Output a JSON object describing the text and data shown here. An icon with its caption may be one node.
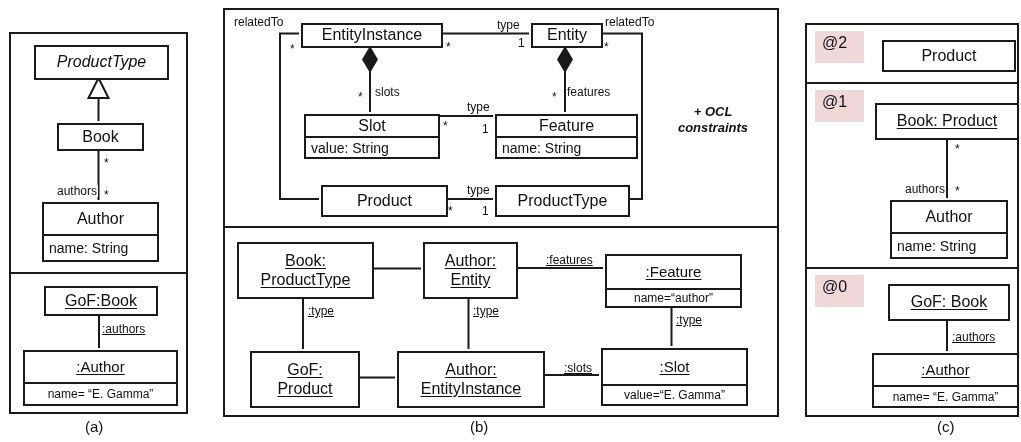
{
  "diagram": {
    "nodes": [
      {
        "text": [],
        "shape": "box"
      },
      {
        "text": [
          "ProductType"
        ],
        "in": 0
      },
      {
        "text": [
          "Book"
        ],
        "in": 0
      },
      {
        "text": [
          "Author",
          "name: String"
        ],
        "in": 0
      },
      {
        "text": [],
        "shape": "box"
      },
      {
        "text": [
          "GoF:Book"
        ],
        "in": 4
      },
      {
        "text": [
          ":Author",
          "name= “E. Gamma”"
        ],
        "in": 4
      },
      {
        "text": [],
        "shape": "box"
      },
      {
        "text": [
          "EntityInstance"
        ],
        "in": 7
      },
      {
        "text": [
          "Entity"
        ],
        "in": 7
      },
      {
        "text": [
          "Slot",
          "value: String"
        ],
        "in": 7
      },
      {
        "text": [
          "Feature",
          "name: String"
        ],
        "in": 7
      },
      {
        "text": [
          "Product"
        ],
        "in": 7
      },
      {
        "text": [
          "ProductType"
        ],
        "in": 7
      },
      {
        "text": [],
        "shape": "box"
      },
      {
        "text": [
          "Book: ProductType"
        ],
        "in": 14
      },
      {
        "text": [
          "Author: Entity"
        ],
        "in": 14
      },
      {
        "text": [
          ":Feature",
          "name=“author”"
        ],
        "in": 14
      },
      {
        "text": [
          "GoF: Product"
        ],
        "in": 14
      },
      {
        "text": [
          "Author: EntityInstance"
        ],
        "in": 14
      },
      {
        "text": [
          ":Slot",
          "value=“E. Gamma”"
        ],
        "in": 14
      },
      {
        "text": [
          "@2"
        ]
      },
      {
        "text": [
          "Product"
        ],
        "in": 21
      },
      {
        "text": [
          "@1"
        ]
      },
      {
        "text": [
          "Book: Product"
        ],
        "in": 23
      },
      {
        "text": [
          "Author",
          "name: String"
        ],
        "in": 23
      },
      {
        "text": [
          "@0"
        ]
      },
      {
        "text": [
          "GoF: Book"
        ],
        "in": 26
      },
      {
        "text": [
          ":Author",
          "name= “E. Gamma”"
        ],
        "in": 26
      }
    ],
    "edges": [
      {
        "from": 2,
        "to": 1,
        "arrow": "to"
      },
      {
        "from": 2,
        "to": 3,
        "arrow": "none",
        "label": "authors"
      },
      {
        "from": 5,
        "to": 6,
        "arrow": "none",
        "label": ":authors"
      },
      {
        "from": 8,
        "to": 9,
        "arrow": "none",
        "label": "type"
      },
      {
        "from": 8,
        "to": 10,
        "arrow": "other",
        "label": "slots"
      },
      {
        "from": 9,
        "to": 11,
        "arrow": "other",
        "label": "features"
      },
      {
        "from": 10,
        "to": 11,
        "arrow": "none",
        "label": "type"
      },
      {
        "from": 8,
        "to": 12,
        "arrow": "none",
        "label": "relatedTo"
      },
      {
        "from": 9,
        "to": 13,
        "arrow": "none",
        "label": "relatedTo"
      },
      {
        "from": 12,
        "to": 13,
        "arrow": "none",
        "label": "type"
      },
      {
        "from": 15,
        "to": 16,
        "arrow": "none"
      },
      {
        "from": 16,
        "to": 17,
        "arrow": "none",
        "label": ":features"
      },
      {
        "from": 15,
        "to": 18,
        "arrow": "none",
        "label": ":type"
      },
      {
        "from": 16,
        "to": 19,
        "arrow": "none",
        "label": ":type"
      },
      {
        "from": 18,
        "to": 19,
        "arrow": "none"
      },
      {
        "from": 19,
        "to": 20,
        "arrow": "none",
        "label": ":slots"
      },
      {
        "from": 17,
        "to": 20,
        "arrow": "none",
        "label": ":type"
      },
      {
        "from": 24,
        "to": 25,
        "arrow": "none",
        "label": "authors"
      },
      {
        "from": 27,
        "to": 28,
        "arrow": "none",
        "label": ":authors"
      }
    ],
    "labels": [
      "*",
      "*",
      "*",
      "*",
      "1",
      "*",
      "*",
      "*",
      "*",
      "1",
      "*",
      "1",
      "+ OCL constraints",
      "*",
      "*",
      "(a)",
      "(b)",
      "(c)"
    ]
  }
}
